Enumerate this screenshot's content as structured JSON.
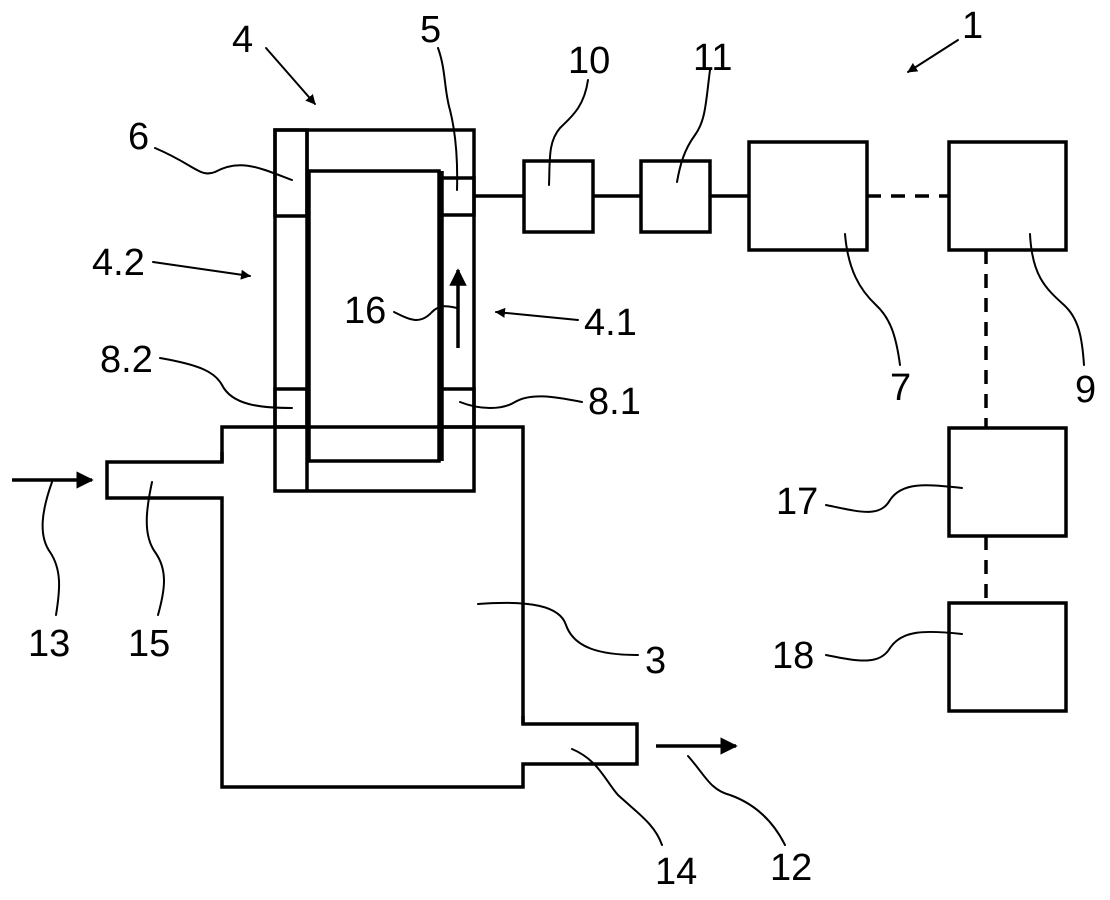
{
  "labels": {
    "n1": "1",
    "n3": "3",
    "n4": "4",
    "n4_1": "4.1",
    "n4_2": "4.2",
    "n5": "5",
    "n6": "6",
    "n7": "7",
    "n8_1": "8.1",
    "n8_2": "8.2",
    "n9": "9",
    "n10": "10",
    "n11": "11",
    "n12": "12",
    "n13": "13",
    "n14": "14",
    "n15": "15",
    "n16": "16",
    "n17": "17",
    "n18": "18"
  },
  "colors": {
    "ink": "#000000",
    "background": "#ffffff"
  }
}
